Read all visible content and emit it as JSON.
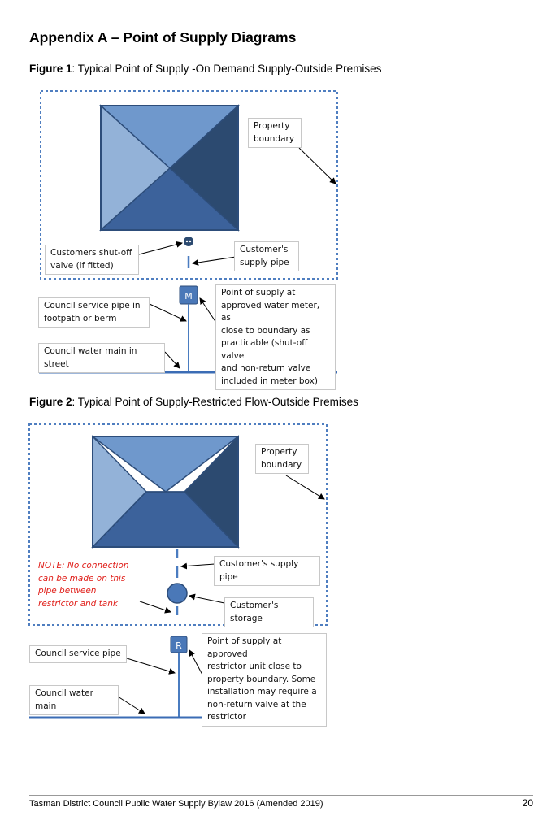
{
  "heading": "Appendix A – Point of Supply Diagrams",
  "figure1": {
    "caption_bold": "Figure 1",
    "caption_rest": ": Typical Point of Supply -On Demand Supply-Outside Premises",
    "labels": {
      "property_boundary": "Property\nboundary",
      "shutoff_valve": "Customers shut-off\nvalve (if fitted)",
      "supply_pipe": "Customer's\nsupply pipe",
      "service_pipe": "Council service pipe in\nfootpath or berm",
      "water_main": "Council water main in street",
      "point_of_supply": "Point of supply at\napproved water meter, as\nclose to boundary as\npracticable (shut-off valve\nand non-return valve\nincluded in meter box)",
      "meter_letter": "M"
    }
  },
  "figure2": {
    "caption_bold": "Figure 2",
    "caption_rest": ": Typical Point of Supply-Restricted Flow-Outside Premises",
    "labels": {
      "property_boundary": "Property\nboundary",
      "note": "NOTE: No connection\ncan be made on this\npipe between\nrestrictor and tank",
      "supply_pipe": "Customer's supply pipe",
      "storage": "Customer's storage",
      "service_pipe": "Council service pipe",
      "water_main": "Council water main",
      "point_of_supply": "Point of supply at approved\nrestrictor unit close to\nproperty boundary. Some\ninstallation may require a\nnon-return valve at the\nrestrictor",
      "restrictor_letter": "R"
    }
  },
  "footer": {
    "text": "Tasman District Council Public Water Supply Bylaw 2016 (Amended 2019)",
    "page": "20"
  },
  "colors": {
    "boundary_dash": "#4f7ec0",
    "pipe": "#4a7cc0",
    "main_line": "#3b6cb5",
    "roof_top": "#6f98cc",
    "roof_left": "#93b2d8",
    "roof_right": "#2c4a70",
    "roof_bottom": "#3c629b",
    "roof_edge": "#2d4d7a",
    "fitting": "#4a78b8"
  }
}
